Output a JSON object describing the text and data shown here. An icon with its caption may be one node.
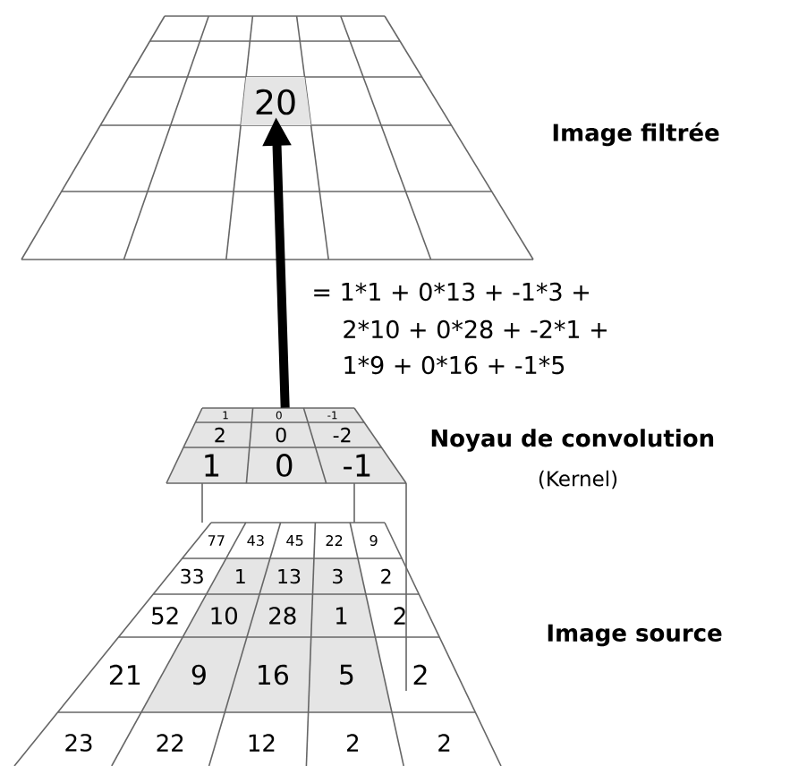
{
  "diagram": {
    "nodes": [
      {
        "text": [
          "20"
        ]
      },
      {
        "text": [
          "1",
          "0",
          "-1",
          "2",
          "0",
          "-2",
          "1",
          "0",
          "-1"
        ]
      }
    ],
    "edges": [
      {
        "from": 1,
        "to": 0,
        "arrow": "to"
      }
    ],
    "labels": [
      "Image filtrée",
      "= 1*1  + 0*13 + -1*3 +",
      "2*10 + 0*28 + -2*1 +",
      "1*9   + 0*16 + -1*5",
      "Noyau de convolution",
      "(Kernel)",
      "Image source",
      "77",
      "43",
      "45",
      "22",
      "9",
      "33",
      "1",
      "13",
      "3",
      "2",
      "52",
      "10",
      "28",
      "1",
      "2",
      "21",
      "9",
      "16",
      "5",
      "2",
      "23",
      "22",
      "12",
      "2",
      "2"
    ]
  }
}
